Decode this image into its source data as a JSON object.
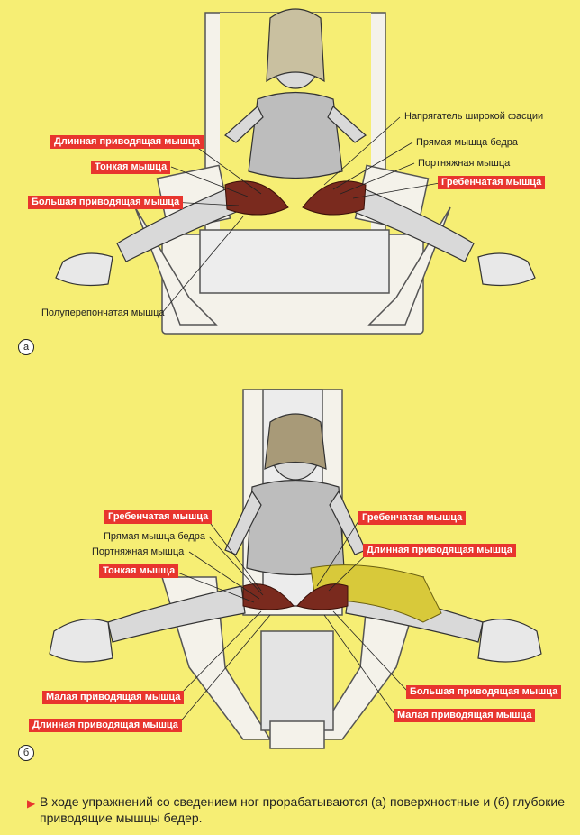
{
  "panel_a": {
    "badge": "а",
    "labels": {
      "long_adductor": "Длинная приводящая мышца",
      "gracilis": "Тонкая мышца",
      "great_adductor": "Большая приводящая мышца",
      "semimembranosus": "Полуперепончатая мышца",
      "tensor_fascia": "Напрягатель широкой фасции",
      "rectus_femoris": "Прямая мышца бедра",
      "sartorius": "Портняжная мышца",
      "pectineus": "Гребенчатая мышца"
    }
  },
  "panel_b": {
    "badge": "б",
    "labels": {
      "pectineus_left": "Гребенчатая мышца",
      "rectus_femoris": "Прямая мышца бедра",
      "sartorius": "Портняжная мышца",
      "gracilis": "Тонкая мышца",
      "pectineus_right": "Гребенчатая мышца",
      "long_adductor_right": "Длинная приводящая мышца",
      "small_adductor_left": "Малая приводящая мышца",
      "long_adductor_left": "Длинная приводящая мышца",
      "great_adductor_right": "Большая приводящая мышца",
      "small_adductor_right": "Малая приводящая мышца"
    }
  },
  "caption": "В ходе упражнений со сведением ног прорабатываются (а) поверхностные и (б) глубокие приводящие мышцы бедер.",
  "colors": {
    "background": "#f6ee74",
    "label_red": "#e8352e",
    "muscle": "#7a2a1e",
    "highlight_leg": "#d8c93a"
  }
}
